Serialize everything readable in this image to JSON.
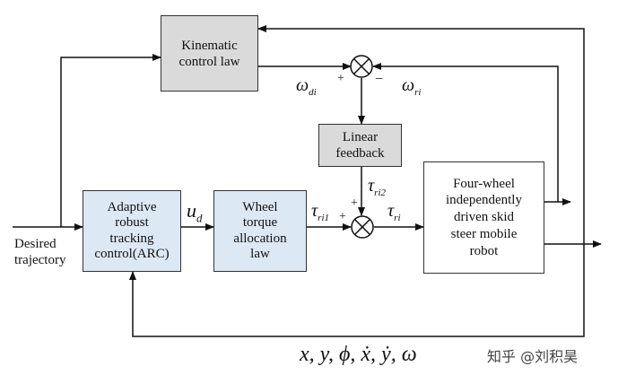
{
  "blocks": {
    "kinematic": "Kinematic\ncontrol law",
    "linear": "Linear\nfeedback",
    "arc": "Adaptive\nrobust\ntracking\ncontrol(ARC)",
    "wheel": "Wheel\ntorque\nallocation\nlaw",
    "robot": "Four-wheel\nindependently\ndriven skid\nsteer mobile\nrobot"
  },
  "input_label": "Desired\ntrajectory",
  "signals": {
    "omega_d": "ω",
    "omega_d_sub": "di",
    "omega_r": "ω",
    "omega_r_sub": "ri",
    "u": "u",
    "u_sub": "d",
    "tau_r1": "τ",
    "tau_r1_sub": "ri1",
    "tau_r2": "τ",
    "tau_r2_sub": "ri2",
    "tau_r": "τ",
    "tau_r_sub": "ri"
  },
  "signs": {
    "top_plus": "+",
    "top_minus": "−",
    "bottom_plus_top": "+",
    "bottom_plus_left": "+"
  },
  "state_vector": "x, y, ϕ, ẋ, ẏ, ω",
  "watermark": "知乎 @刘积昊"
}
